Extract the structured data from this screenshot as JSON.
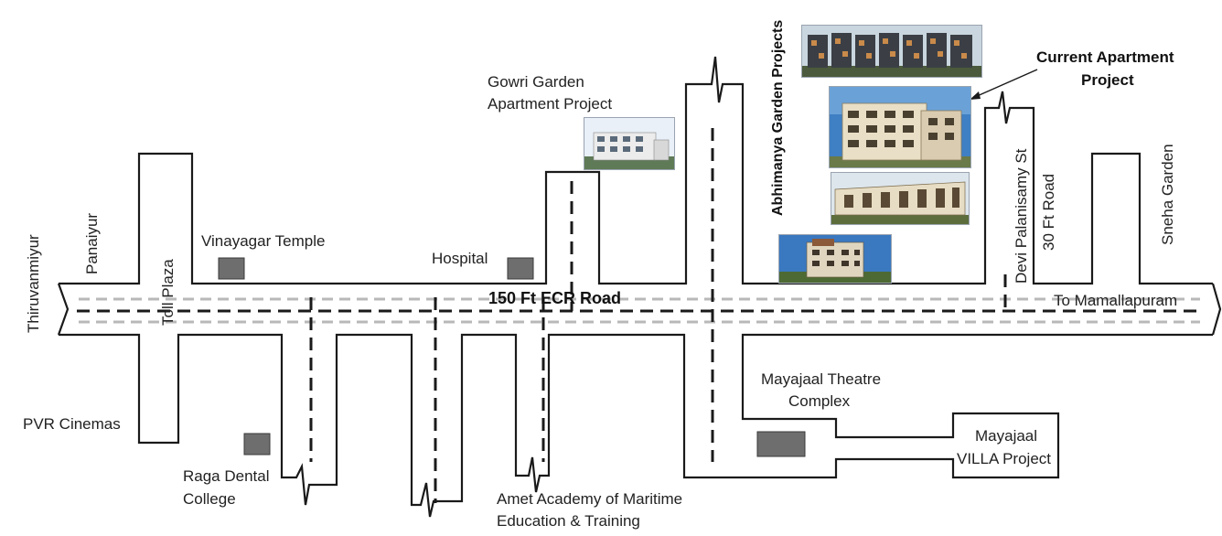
{
  "map": {
    "road_name": "150 Ft ECR Road",
    "destination": "To Mamallapuram",
    "labels": {
      "thiruvanmiyur": "Thiruvanmiyur",
      "panaiyur": "Panaiyur",
      "toll_plaza": "Toll Plaza",
      "vinayagar_temple": "Vinayagar Temple",
      "hospital": "Hospital",
      "gowri_garden_line1": "Gowri Garden",
      "gowri_garden_line2": "Apartment Project",
      "abhimanya": "Abhimanya Garden Projects",
      "current_project_line1": "Current Apartment",
      "current_project_line2": "Project",
      "devi_palanisamy": "Devi Palanisamy St",
      "thirty_ft_road": "30 Ft Road",
      "sneha_garden": "Sneha Garden",
      "pvr_cinemas": "PVR Cinemas",
      "raga_dental_line1": "Raga Dental",
      "raga_dental_line2": "College",
      "amet_line1": "Amet Academy of Maritime",
      "amet_line2": "Education & Training",
      "mayajaal_theatre_line1": "Mayajaal Theatre",
      "mayajaal_theatre_line2": "Complex",
      "mayajaal_villa_line1": "Mayajaal",
      "mayajaal_villa_line2": "VILLA Project"
    },
    "colors": {
      "outline": "#1a1a1a",
      "dash_main": "#1a1a1a",
      "dash_lane": "#b8b8b8",
      "landmark": "#6e6e6e",
      "background": "#ffffff"
    }
  }
}
